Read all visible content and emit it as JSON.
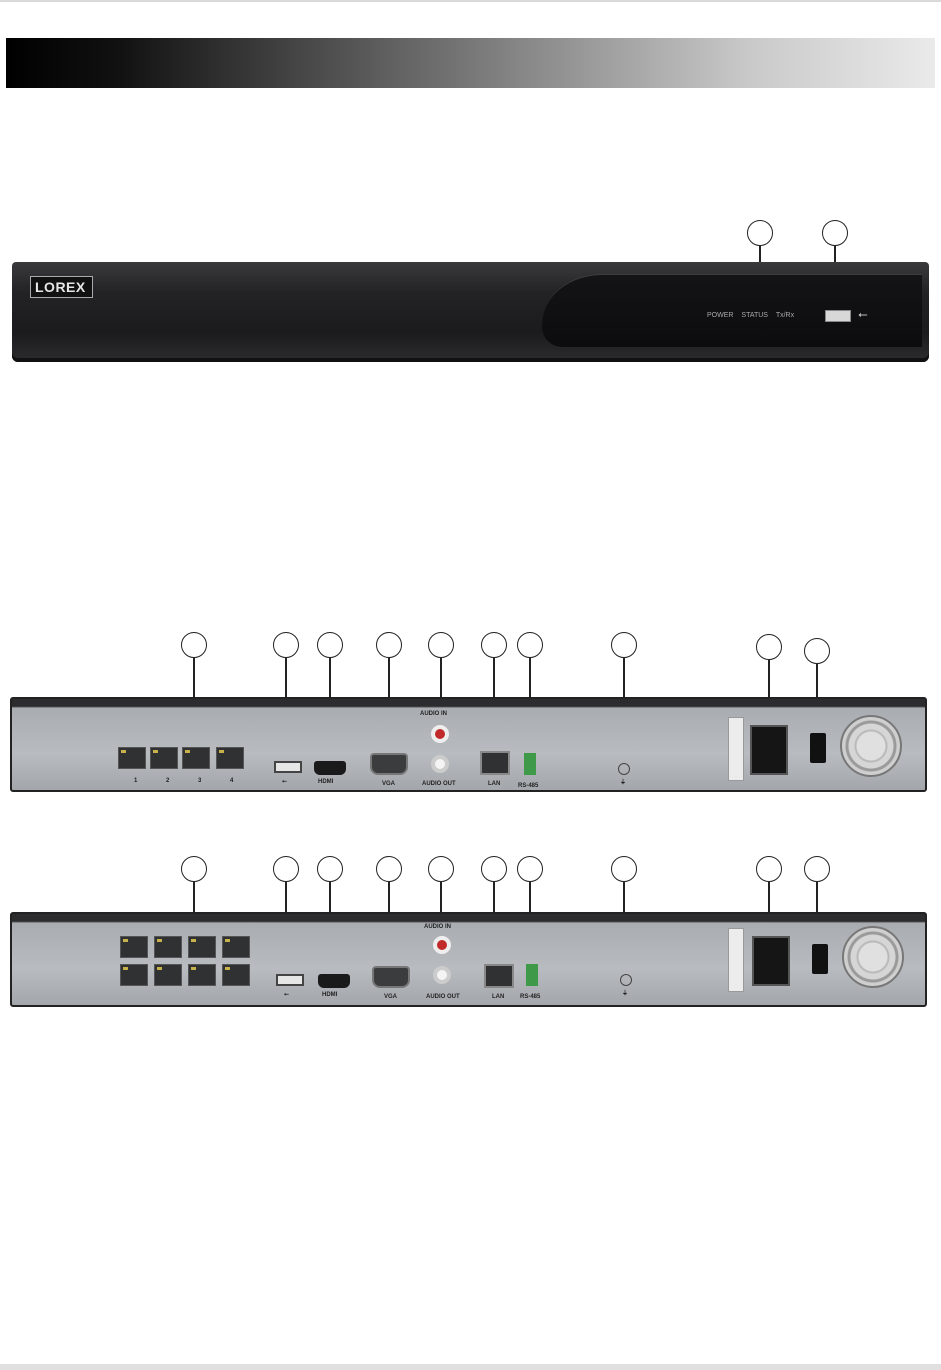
{
  "front_panel": {
    "logo": "LOREX",
    "led_labels": [
      "POWER",
      "STATUS",
      "Tx/Rx"
    ],
    "usb_symbol": "usb-icon"
  },
  "rear_panel_4ch": {
    "poe_port_labels": [
      "1",
      "2",
      "3",
      "4"
    ],
    "labels": {
      "usb": "usb-icon",
      "hdmi": "HDMI",
      "vga": "VGA",
      "audio_in": "AUDIO IN",
      "audio_out": "AUDIO OUT",
      "lan": "LAN",
      "rs485": "RS-485",
      "ground": "⏚"
    }
  },
  "rear_panel_8ch": {
    "labels": {
      "usb": "usb-icon",
      "hdmi": "HDMI",
      "vga": "VGA",
      "audio_in": "AUDIO IN",
      "audio_out": "AUDIO OUT",
      "lan": "LAN",
      "rs485": "RS-485",
      "ground": "⏚"
    }
  },
  "colors": {
    "header_start": "#000000",
    "header_end": "#eaeaea",
    "chassis": "#1b1b1d",
    "rear_plate": "#b8bcc0"
  }
}
